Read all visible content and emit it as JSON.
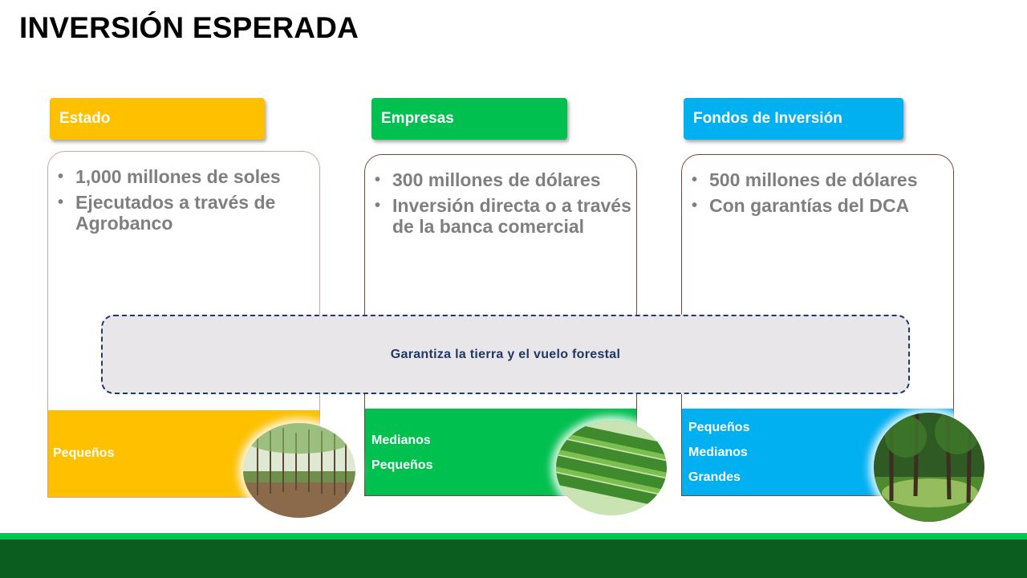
{
  "title": "INVERSIÓN ESPERADA",
  "colors": {
    "estado": "#ffc000",
    "empresas": "#00b050",
    "fondos": "#00b0f0",
    "band_border": "#1f3a68",
    "footer_dark": "#0a5c1f",
    "footer_light": "#00c853"
  },
  "columns": [
    {
      "tag": "Estado",
      "bullets": [
        "1,000 millones de soles",
        "Ejecutados a través de Agrobanco"
      ],
      "sizes": [
        "Pequeños"
      ],
      "photo": "forest-plantation-photo"
    },
    {
      "tag": "Empresas",
      "bullets": [
        "300 millones de dólares",
        "Inversión directa o a través de la banca comercial"
      ],
      "sizes": [
        "Medianos",
        "Pequeños"
      ],
      "photo": "seedling-nursery-photo"
    },
    {
      "tag": "Fondos de Inversión",
      "bullets": [
        "500 millones de dólares",
        "Con garantías del DCA"
      ],
      "sizes": [
        "Pequeños",
        "Medianos",
        "Grandes"
      ],
      "photo": "mature-forest-photo"
    }
  ],
  "band_text": "Garantiza la tierra y el vuelo forestal"
}
